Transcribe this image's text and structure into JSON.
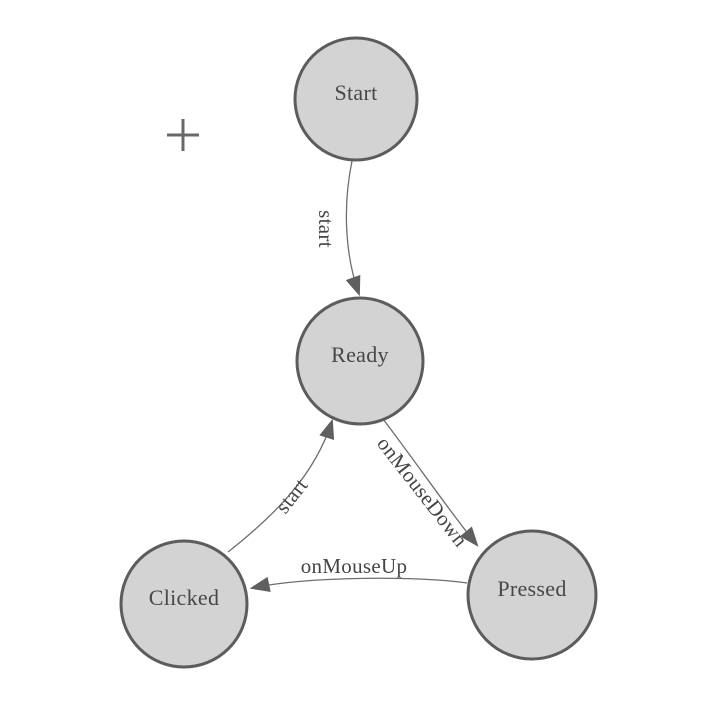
{
  "diagram": {
    "type": "state-machine",
    "nodes": [
      {
        "id": "start",
        "label": "Start"
      },
      {
        "id": "ready",
        "label": "Ready"
      },
      {
        "id": "clicked",
        "label": "Clicked"
      },
      {
        "id": "pressed",
        "label": "Pressed"
      }
    ],
    "edges": [
      {
        "from": "Start",
        "to": "Ready",
        "label": "start"
      },
      {
        "from": "Clicked",
        "to": "Ready",
        "label": "start"
      },
      {
        "from": "Ready",
        "to": "Pressed",
        "label": "onMouseDown"
      },
      {
        "from": "Pressed",
        "to": "Clicked",
        "label": "onMouseUp"
      }
    ],
    "icons": [
      {
        "name": "crosshair-icon",
        "glyph": "+"
      }
    ],
    "colors": {
      "background": "#ffffff",
      "node_fill": "#d3d3d3",
      "node_border": "#5c5c5c",
      "edge_line": "#6e6e6e",
      "arrowhead": "#5f5f5f",
      "label_text": "#474747",
      "crosshair": "#686868"
    }
  }
}
